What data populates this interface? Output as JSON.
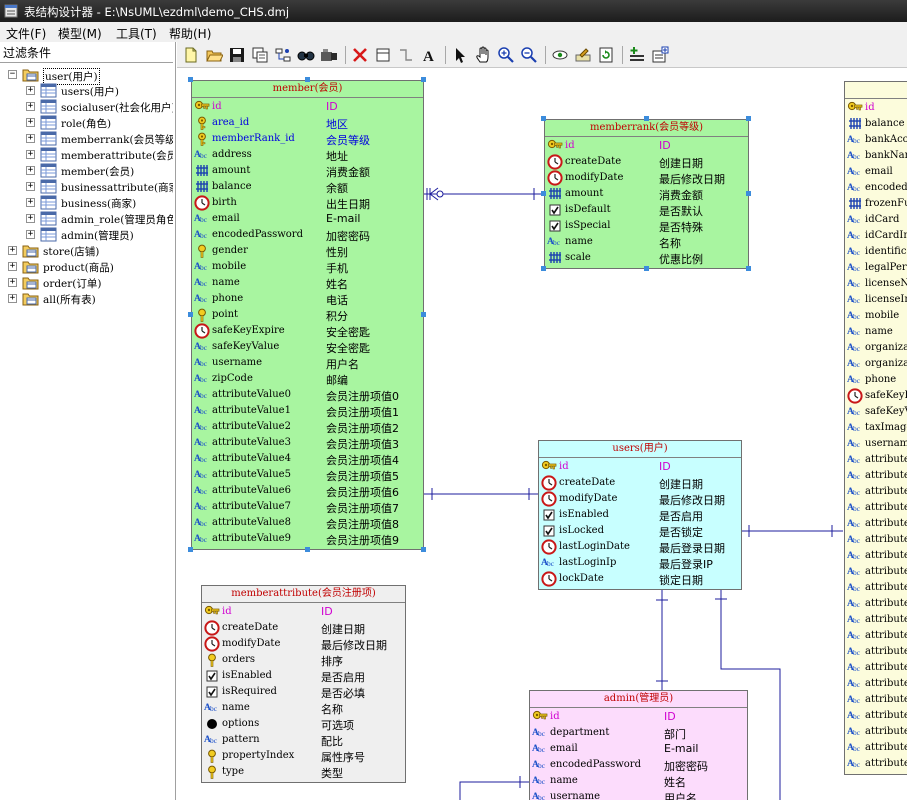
{
  "window": {
    "title": "表结构设计器 - E:\\NsUML\\ezdml\\demo_CHS.dmj"
  },
  "menu": [
    "文件(F)",
    "模型(M)",
    "工具(T)",
    "帮助(H)"
  ],
  "left_panel": {
    "filter_label": "过滤条件",
    "tree": [
      {
        "label": "user(用户)",
        "level": 0,
        "expander": "−",
        "selected": true
      },
      {
        "label": "users(用户)",
        "level": 1,
        "expander": "+"
      },
      {
        "label": "socialuser(社会化用户)",
        "level": 1,
        "expander": "+"
      },
      {
        "label": "role(角色)",
        "level": 1,
        "expander": "+"
      },
      {
        "label": "memberrank(会员等级)",
        "level": 1,
        "expander": "+"
      },
      {
        "label": "memberattribute(会员注册项)",
        "level": 1,
        "expander": "+"
      },
      {
        "label": "member(会员)",
        "level": 1,
        "expander": "+"
      },
      {
        "label": "businessattribute(商家注册项)",
        "level": 1,
        "expander": "+"
      },
      {
        "label": "business(商家)",
        "level": 1,
        "expander": "+"
      },
      {
        "label": "admin_role(管理员角色)",
        "level": 1,
        "expander": "+"
      },
      {
        "label": "admin(管理员)",
        "level": 1,
        "expander": "+"
      },
      {
        "label": "store(店铺)",
        "level": 0,
        "expander": "+"
      },
      {
        "label": "product(商品)",
        "level": 0,
        "expander": "+"
      },
      {
        "label": "order(订单)",
        "level": 0,
        "expander": "+"
      },
      {
        "label": "all(所有表)",
        "level": 0,
        "expander": "+"
      }
    ]
  },
  "toolbar": [
    {
      "name": "new-icon"
    },
    {
      "name": "open-icon"
    },
    {
      "name": "save-icon"
    },
    {
      "name": "copy-icon"
    },
    {
      "name": "export-icon"
    },
    {
      "name": "find-icon"
    },
    {
      "name": "properties-icon"
    },
    {
      "sep": true
    },
    {
      "name": "delete-icon"
    },
    {
      "name": "new-table-icon"
    },
    {
      "name": "new-link-icon"
    },
    {
      "name": "text-icon"
    },
    {
      "sep": true
    },
    {
      "name": "pointer-icon"
    },
    {
      "name": "hand-icon"
    },
    {
      "name": "zoom-in-icon"
    },
    {
      "name": "zoom-out-icon"
    },
    {
      "sep": true
    },
    {
      "name": "view-icon"
    },
    {
      "name": "edit-icon"
    },
    {
      "name": "refresh-icon"
    },
    {
      "sep": true
    },
    {
      "name": "add-field-icon"
    },
    {
      "name": "settings-icon"
    }
  ],
  "tables": {
    "member": {
      "title": "member(会员)",
      "fields": [
        {
          "name": "id",
          "label": "ID",
          "type": "pk"
        },
        {
          "name": "area_id",
          "label": "地区",
          "type": "fk"
        },
        {
          "name": "memberRank_id",
          "label": "会员等级",
          "type": "fk"
        },
        {
          "name": "address",
          "label": "地址",
          "type": "str"
        },
        {
          "name": "amount",
          "label": "消费金额",
          "type": "num"
        },
        {
          "name": "balance",
          "label": "余额",
          "type": "num"
        },
        {
          "name": "birth",
          "label": "出生日期",
          "type": "date"
        },
        {
          "name": "email",
          "label": "E-mail",
          "type": "str"
        },
        {
          "name": "encodedPassword",
          "label": "加密密码",
          "type": "str"
        },
        {
          "name": "gender",
          "label": "性别",
          "type": "int"
        },
        {
          "name": "mobile",
          "label": "手机",
          "type": "str"
        },
        {
          "name": "name",
          "label": "姓名",
          "type": "str"
        },
        {
          "name": "phone",
          "label": "电话",
          "type": "str"
        },
        {
          "name": "point",
          "label": "积分",
          "type": "int"
        },
        {
          "name": "safeKeyExpire",
          "label": "安全密匙",
          "type": "date"
        },
        {
          "name": "safeKeyValue",
          "label": "安全密匙",
          "type": "str"
        },
        {
          "name": "username",
          "label": "用户名",
          "type": "str"
        },
        {
          "name": "zipCode",
          "label": "邮编",
          "type": "str"
        },
        {
          "name": "attributeValue0",
          "label": "会员注册项值0",
          "type": "str"
        },
        {
          "name": "attributeValue1",
          "label": "会员注册项值1",
          "type": "str"
        },
        {
          "name": "attributeValue2",
          "label": "会员注册项值2",
          "type": "str"
        },
        {
          "name": "attributeValue3",
          "label": "会员注册项值3",
          "type": "str"
        },
        {
          "name": "attributeValue4",
          "label": "会员注册项值4",
          "type": "str"
        },
        {
          "name": "attributeValue5",
          "label": "会员注册项值5",
          "type": "str"
        },
        {
          "name": "attributeValue6",
          "label": "会员注册项值6",
          "type": "str"
        },
        {
          "name": "attributeValue7",
          "label": "会员注册项值7",
          "type": "str"
        },
        {
          "name": "attributeValue8",
          "label": "会员注册项值8",
          "type": "str"
        },
        {
          "name": "attributeValue9",
          "label": "会员注册项值9",
          "type": "str"
        }
      ]
    },
    "memberrank": {
      "title": "memberrank(会员等级)",
      "fields": [
        {
          "name": "id",
          "label": "ID",
          "type": "pk"
        },
        {
          "name": "createDate",
          "label": "创建日期",
          "type": "date"
        },
        {
          "name": "modifyDate",
          "label": "最后修改日期",
          "type": "date"
        },
        {
          "name": "amount",
          "label": "消费金额",
          "type": "num"
        },
        {
          "name": "isDefault",
          "label": "是否默认",
          "type": "bool"
        },
        {
          "name": "isSpecial",
          "label": "是否特殊",
          "type": "bool"
        },
        {
          "name": "name",
          "label": "名称",
          "type": "str"
        },
        {
          "name": "scale",
          "label": "优惠比例",
          "type": "num"
        }
      ]
    },
    "users": {
      "title": "users(用户)",
      "fields": [
        {
          "name": "id",
          "label": "ID",
          "type": "pk"
        },
        {
          "name": "createDate",
          "label": "创建日期",
          "type": "date"
        },
        {
          "name": "modifyDate",
          "label": "最后修改日期",
          "type": "date"
        },
        {
          "name": "isEnabled",
          "label": "是否启用",
          "type": "bool"
        },
        {
          "name": "isLocked",
          "label": "是否锁定",
          "type": "bool"
        },
        {
          "name": "lastLoginDate",
          "label": "最后登录日期",
          "type": "date"
        },
        {
          "name": "lastLoginIp",
          "label": "最后登录IP",
          "type": "str"
        },
        {
          "name": "lockDate",
          "label": "锁定日期",
          "type": "date"
        }
      ]
    },
    "memberattribute": {
      "title": "memberattribute(会员注册项)",
      "fields": [
        {
          "name": "id",
          "label": "ID",
          "type": "pk"
        },
        {
          "name": "createDate",
          "label": "创建日期",
          "type": "date"
        },
        {
          "name": "modifyDate",
          "label": "最后修改日期",
          "type": "date"
        },
        {
          "name": "orders",
          "label": "排序",
          "type": "int"
        },
        {
          "name": "isEnabled",
          "label": "是否启用",
          "type": "bool"
        },
        {
          "name": "isRequired",
          "label": "是否必填",
          "type": "bool"
        },
        {
          "name": "name",
          "label": "名称",
          "type": "str"
        },
        {
          "name": "options",
          "label": "可选项",
          "type": "obj"
        },
        {
          "name": "pattern",
          "label": "配比",
          "type": "str"
        },
        {
          "name": "propertyIndex",
          "label": "属性序号",
          "type": "int"
        },
        {
          "name": "type",
          "label": "类型",
          "type": "int"
        }
      ]
    },
    "admin": {
      "title": "admin(管理员)",
      "fields": [
        {
          "name": "id",
          "label": "ID",
          "type": "pk"
        },
        {
          "name": "department",
          "label": "部门",
          "type": "str"
        },
        {
          "name": "email",
          "label": "E-mail",
          "type": "str"
        },
        {
          "name": "encodedPassword",
          "label": "加密密码",
          "type": "str"
        },
        {
          "name": "name",
          "label": "姓名",
          "type": "str"
        },
        {
          "name": "username",
          "label": "用户名",
          "type": "str"
        }
      ]
    },
    "business": {
      "title": "",
      "fields": [
        {
          "name": "id",
          "type": "pk"
        },
        {
          "name": "balance",
          "type": "num"
        },
        {
          "name": "bankAccount",
          "type": "str"
        },
        {
          "name": "bankName",
          "type": "str"
        },
        {
          "name": "email",
          "type": "str"
        },
        {
          "name": "encodedPassword",
          "type": "str"
        },
        {
          "name": "frozenFund",
          "type": "num"
        },
        {
          "name": "idCard",
          "type": "str"
        },
        {
          "name": "idCardImage",
          "type": "str"
        },
        {
          "name": "identificationNumber",
          "type": "str"
        },
        {
          "name": "legalPerson",
          "type": "str"
        },
        {
          "name": "licenseNumber",
          "type": "str"
        },
        {
          "name": "licenseImage",
          "type": "str"
        },
        {
          "name": "mobile",
          "type": "str"
        },
        {
          "name": "name",
          "type": "str"
        },
        {
          "name": "organizationCode",
          "type": "str"
        },
        {
          "name": "organizationImage",
          "type": "str"
        },
        {
          "name": "phone",
          "type": "str"
        },
        {
          "name": "safeKeyExpire",
          "type": "date"
        },
        {
          "name": "safeKeyValue",
          "type": "str"
        },
        {
          "name": "taxImage",
          "type": "str"
        },
        {
          "name": "username",
          "type": "str"
        },
        {
          "name": "attributeValue0",
          "type": "str"
        },
        {
          "name": "attributeValue1",
          "type": "str"
        },
        {
          "name": "attributeValue2",
          "type": "str"
        },
        {
          "name": "attributeValue3",
          "type": "str"
        },
        {
          "name": "attributeValue4",
          "type": "str"
        },
        {
          "name": "attributeValue5",
          "type": "str"
        },
        {
          "name": "attributeValue6",
          "type": "str"
        },
        {
          "name": "attributeValue7",
          "type": "str"
        },
        {
          "name": "attributeValue8",
          "type": "str"
        },
        {
          "name": "attributeValue9",
          "type": "str"
        },
        {
          "name": "attributeValue10",
          "type": "str"
        },
        {
          "name": "attributeValue11",
          "type": "str"
        },
        {
          "name": "attributeValue12",
          "type": "str"
        },
        {
          "name": "attributeValue13",
          "type": "str"
        },
        {
          "name": "attributeValue14",
          "type": "str"
        },
        {
          "name": "attributeValue15",
          "type": "str"
        },
        {
          "name": "attributeValue16",
          "type": "str"
        },
        {
          "name": "attributeValue17",
          "type": "str"
        },
        {
          "name": "attributeValue18",
          "type": "str"
        },
        {
          "name": "attributeValue19",
          "type": "str"
        }
      ]
    }
  },
  "colors": {
    "member_bg": "#a8f5a0",
    "memberrank_bg": "#a8f5a0",
    "users_bg": "#c8ffff",
    "admin_bg": "#fcdcfc",
    "memberattribute_bg": "#efefef",
    "business_bg": "#fcfcdc",
    "primary_key": "#d000d0",
    "foreign_key": "#0000e0",
    "title_text": "#c00000",
    "link": "#1c1c9c",
    "selection_handle": "#3c8cdc"
  }
}
